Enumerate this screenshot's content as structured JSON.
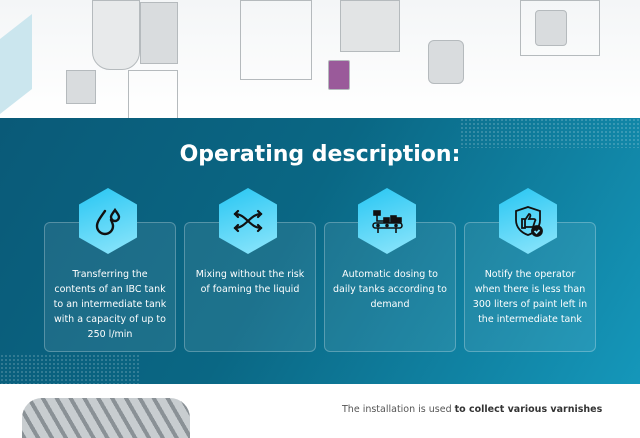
{
  "section_title": "Operating description:",
  "features": [
    {
      "icon": "droplets-icon",
      "text": "Transferring the contents of an IBC tank to an intermediate tank with a capacity of up to 250 l/min"
    },
    {
      "icon": "crossing-arrows-icon",
      "text": "Mixing without the risk of foaming the liquid"
    },
    {
      "icon": "conveyor-robot-icon",
      "text": "Automatic dosing to daily tanks according to demand"
    },
    {
      "icon": "shield-thumbs-up-icon",
      "text": "Notify the operator when there is less than 300 liters of paint left in the intermediate tank"
    }
  ],
  "description": {
    "prefix": "The installation is used ",
    "bold": "to collect various varnishes"
  },
  "colors": {
    "band_dark": "#0a5a78",
    "band_light": "#1597ba",
    "hex_accent": "#27c6f3"
  }
}
